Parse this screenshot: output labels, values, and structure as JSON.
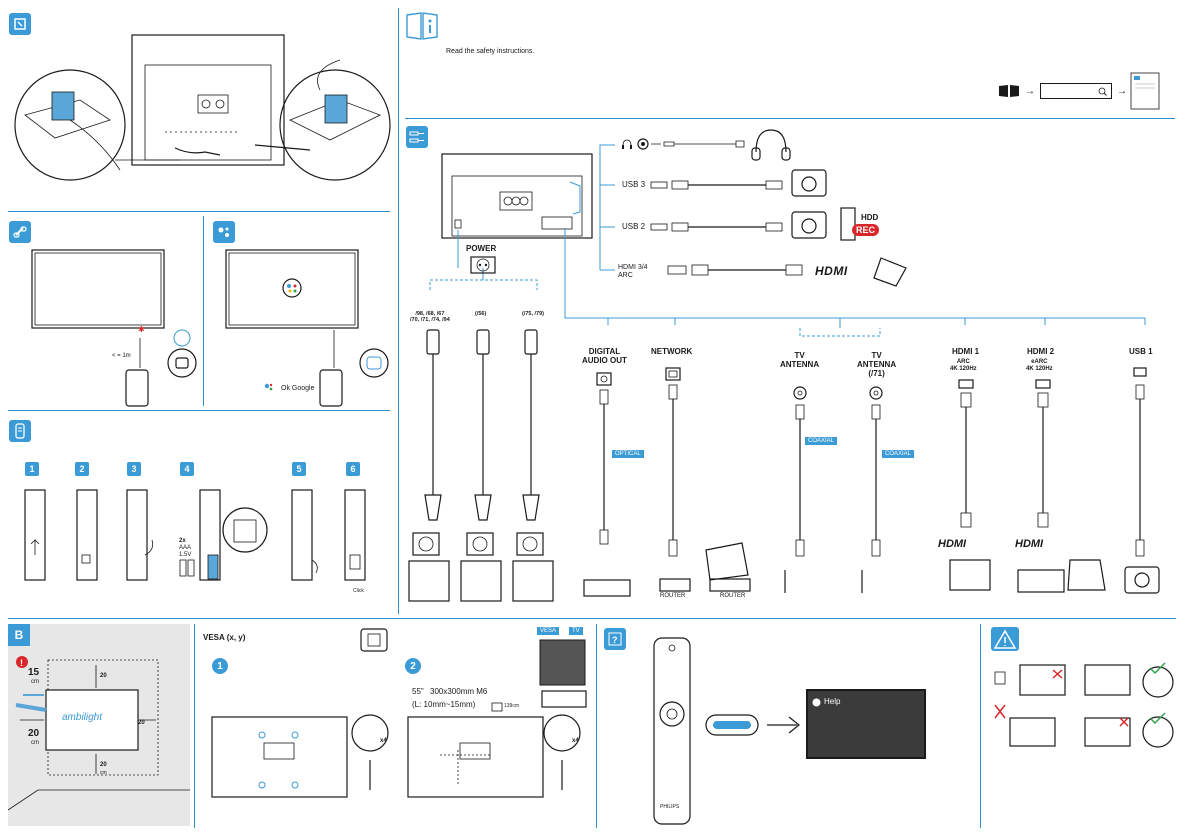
{
  "safety": {
    "text": "Read the safety instructions."
  },
  "remote_distance": "< = 1m",
  "google": {
    "ok_google": "Ok Google"
  },
  "battery": {
    "steps": [
      "1",
      "2",
      "3",
      "4",
      "5",
      "6"
    ],
    "spec_count": "2x",
    "spec_type": "AAA",
    "spec_voltage": "1.5V",
    "click": "Click"
  },
  "power": {
    "label": "POWER",
    "variants": [
      "/98, /68, /67\n/70, /71, /74, /94",
      "(/56)",
      "(/75, /79)"
    ]
  },
  "top_ports": [
    {
      "label": ""
    },
    {
      "label": "USB 3"
    },
    {
      "label": "USB 2"
    },
    {
      "label": "HDMI 3/4\nARC"
    }
  ],
  "hdd": {
    "label": "HDD",
    "rec": "REC"
  },
  "hdmi_logo": "HDMI",
  "bottom_ports": [
    {
      "label": "DIGITAL\nAUDIO OUT",
      "tag": "OPTICAL"
    },
    {
      "label": "NETWORK",
      "tag": ""
    },
    {
      "label": "TV\nANTENNA",
      "tag": "COAXIAL"
    },
    {
      "label": "TV\nANTENNA\n(/71)",
      "tag": "COAXIAL"
    },
    {
      "label": "HDMI 1",
      "sub": "ARC\n4K 120Hz"
    },
    {
      "label": "HDMI 2",
      "sub": "eARC\n4K 120Hz"
    },
    {
      "label": "USB 1",
      "sub": ""
    }
  ],
  "router": {
    "label1": "ROUTER",
    "label2": "ROUTER"
  },
  "wall": {
    "badge": "B",
    "side_top": "15",
    "side_top_unit": "cm",
    "side_left": "20",
    "side_left_unit": "cm",
    "top": "20",
    "right": "20",
    "bottom": "20",
    "unit": "cm",
    "logo": "ambilight"
  },
  "vesa": {
    "title": "VESA (x, y)",
    "step1": "1",
    "step2": "2",
    "size": "55\"",
    "spec": "300x300mm M6",
    "screw": "(L: 10mm~15mm)",
    "length": "139cm",
    "tag1": "VESA",
    "tag2": "TV",
    "screws": "x4"
  },
  "help": {
    "title": "Help",
    "brand": "PHILIPS"
  },
  "colors": {
    "accent": "#3b9bd6",
    "rule": "#2b8fc9",
    "rec": "#d9262b",
    "warn": "#d9262b"
  }
}
